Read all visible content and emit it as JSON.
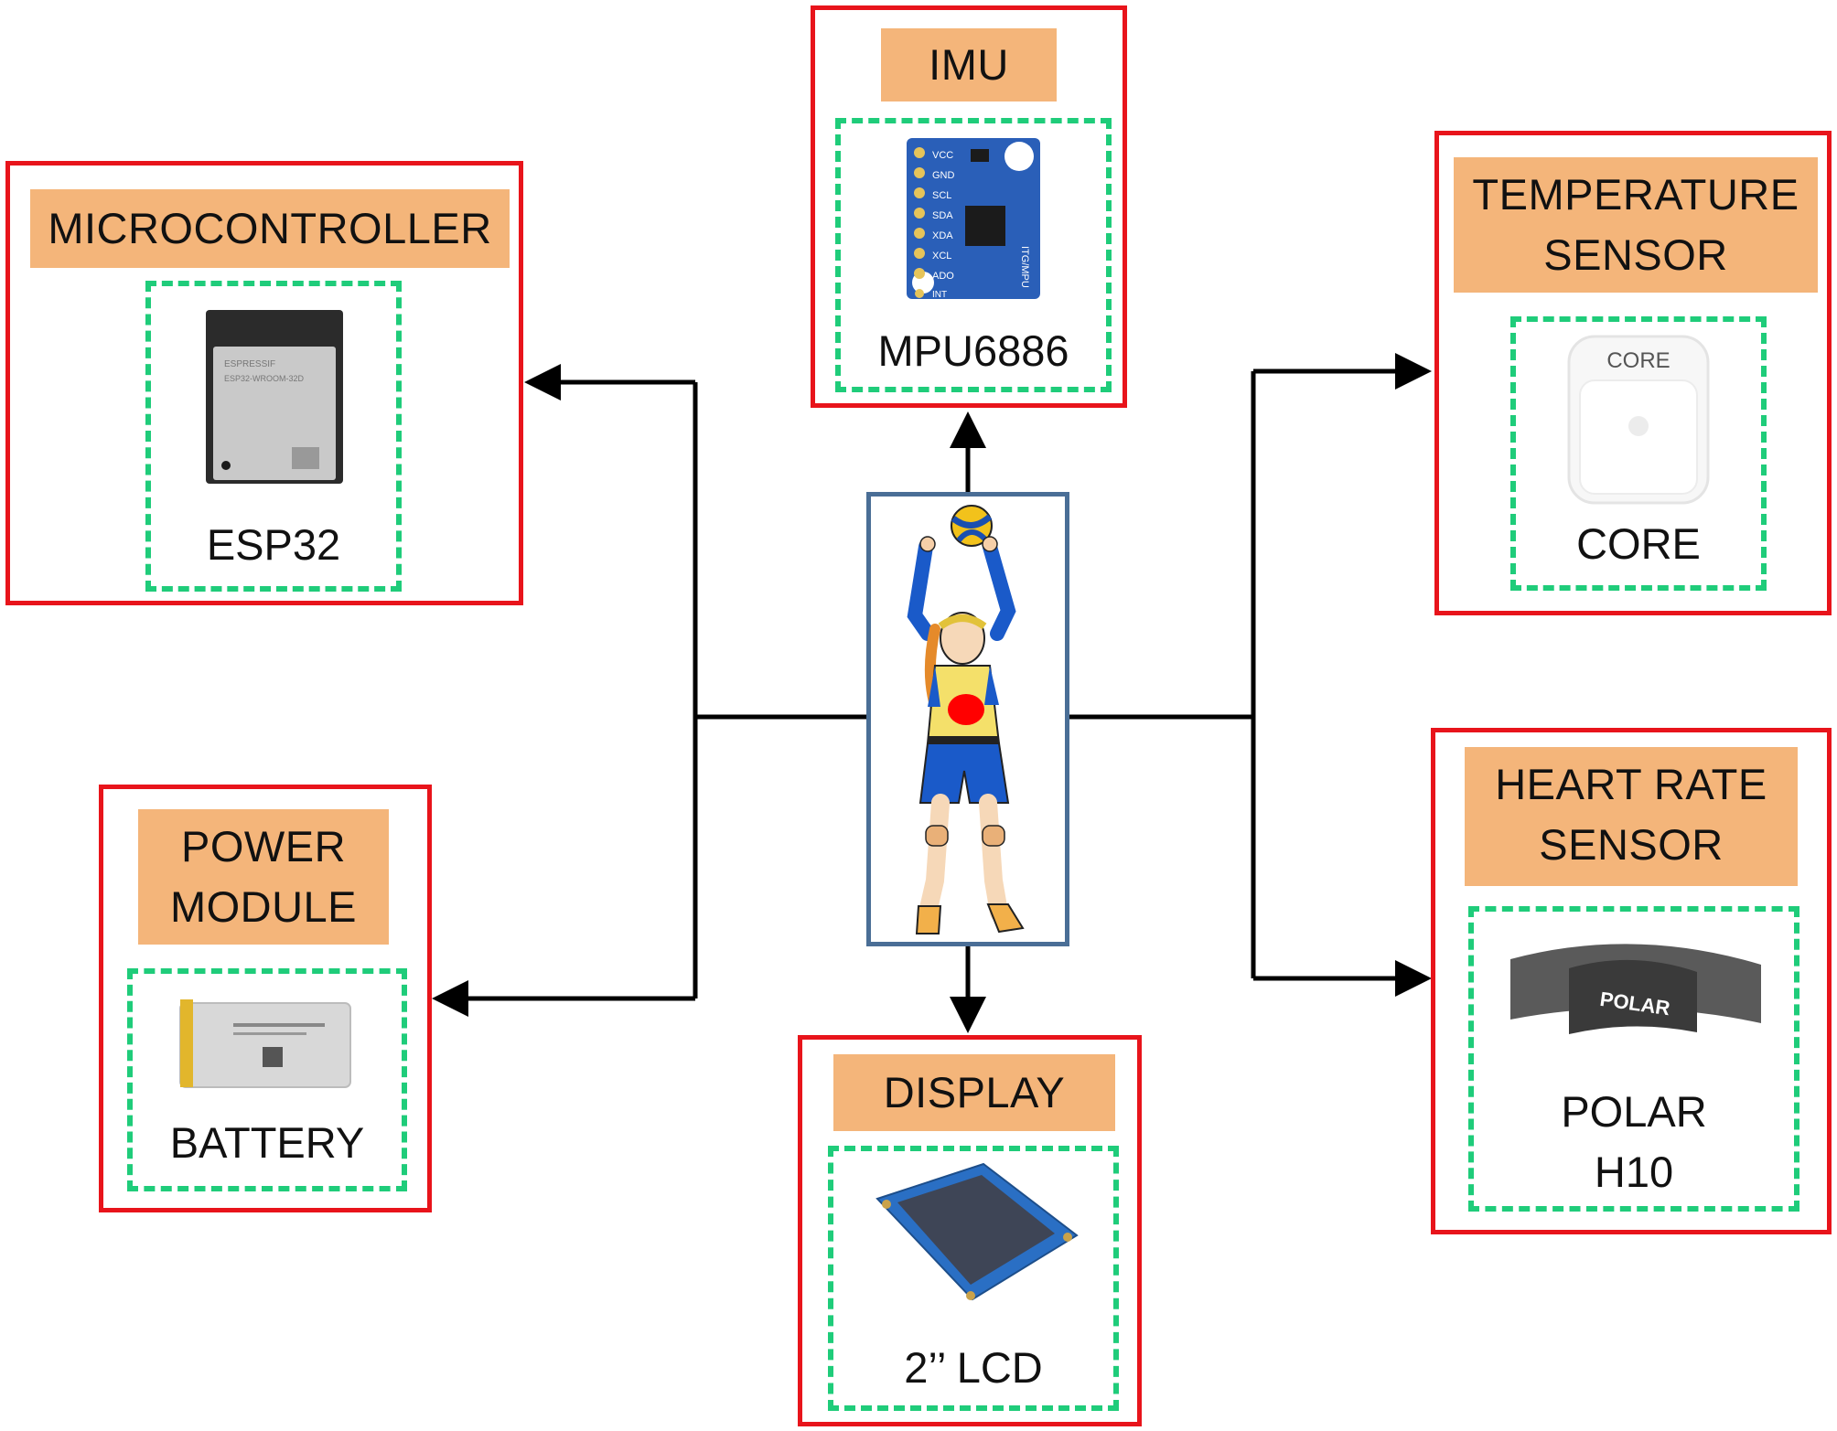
{
  "blocks": {
    "imu": {
      "header": "IMU",
      "caption": "MPU6886"
    },
    "mcu": {
      "header": "MICROCONTROLLER",
      "caption": "ESP32"
    },
    "temp": {
      "header_line1": "TEMPERATURE",
      "header_line2": "SENSOR",
      "caption": "CORE"
    },
    "power": {
      "header_line1": "POWER",
      "header_line2": "MODULE",
      "caption": "BATTERY"
    },
    "hr": {
      "header_line1": "HEART RATE",
      "header_line2": "SENSOR",
      "caption_line1": "POLAR",
      "caption_line2": "H10"
    },
    "display": {
      "header": "DISPLAY",
      "caption": "2’’ LCD"
    }
  },
  "images": {
    "esp32_label": "ESPRESSIF",
    "esp32_model": "ESP32-WROOM-32D",
    "core_logo": "CORE",
    "polar_logo": "POLAR",
    "imu_pins": [
      "VCC",
      "GND",
      "SCL",
      "SDA",
      "XDA",
      "XCL",
      "ADO",
      "INT"
    ],
    "imu_board": "ITG/MPU"
  },
  "colors": {
    "block_border": "#e8141b",
    "header_fill": "#f4b57a",
    "inner_dash": "#1fcc7a",
    "center_border": "#4a6e96",
    "sensor_dot": "#ff0000"
  },
  "icons": [
    "volleyball-player-icon",
    "esp32-module-icon",
    "mpu6886-board-icon",
    "core-sensor-icon",
    "battery-icon",
    "polar-strap-icon",
    "lcd-module-icon"
  ]
}
